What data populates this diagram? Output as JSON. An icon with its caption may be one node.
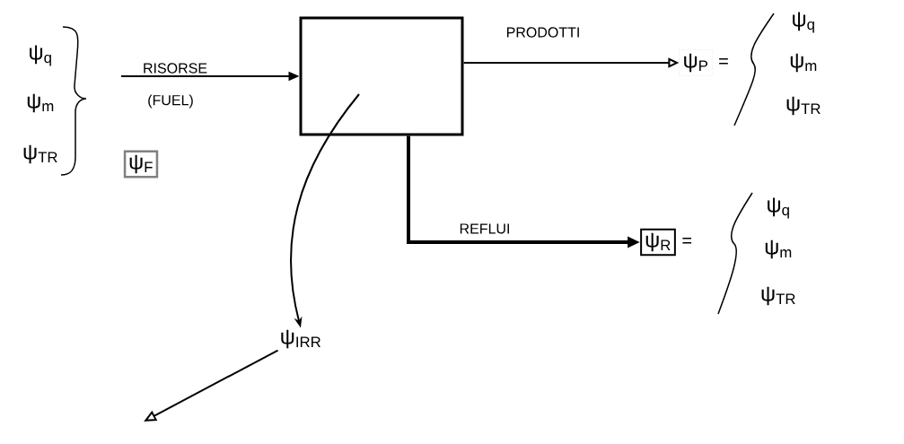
{
  "diagram": {
    "nodes": [
      {
        "text": [],
        "shape": "box"
      },
      {
        "text": [
          "ψ$_{P}$"
        ],
        "beside": [
          "="
        ]
      },
      {
        "text": [
          "ψ$_{R}$"
        ],
        "beside": [
          "="
        ]
      },
      {
        "text": [
          "ψ$_{F}$"
        ]
      },
      {
        "text": [
          "ψ$_{IRR}$"
        ]
      }
    ],
    "edges": [
      {
        "from": null,
        "to": 0,
        "arrow": "to",
        "label": "RISORSE"
      },
      {
        "from": 0,
        "to": 1,
        "arrow": "to",
        "label": "PRODOTTI"
      },
      {
        "from": 0,
        "to": 2,
        "arrow": "to",
        "label": "REFLUI",
        "style": "thick"
      },
      {
        "from": 0,
        "to": 4,
        "arrow": "to"
      },
      {
        "from": 4,
        "to": null,
        "arrow": "to"
      }
    ],
    "labels": [
      "ψ$_{q}$",
      "ψ$_{m}$",
      "ψ$_{TR}$",
      "(FUEL)",
      "ψ$_{q}$",
      "ψ$_{m}$",
      "ψ$_{TR}$",
      "ψ$_{q}$",
      "ψ$_{m}$",
      "ψ$_{TR}$"
    ]
  }
}
